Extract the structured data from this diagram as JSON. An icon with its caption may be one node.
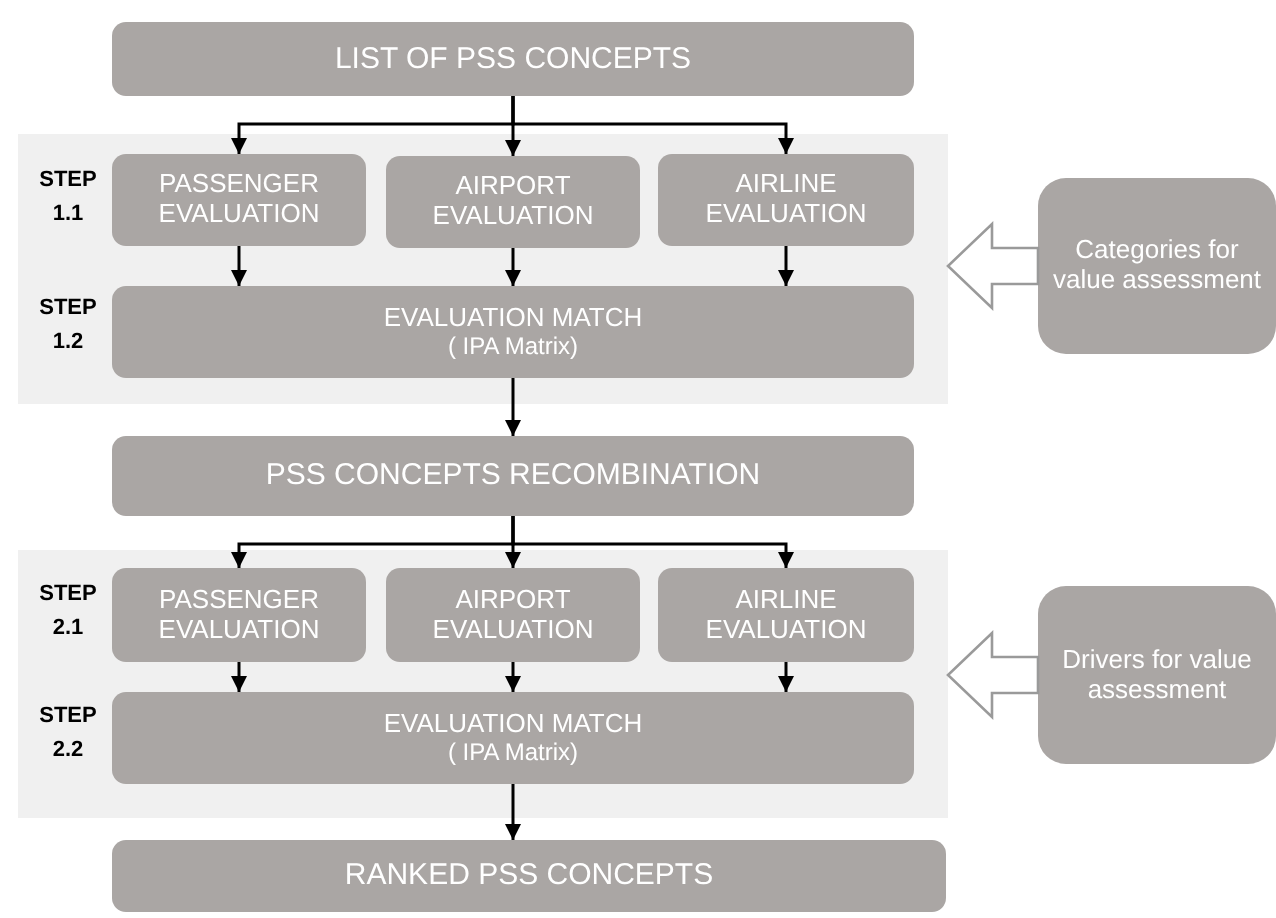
{
  "diagram": {
    "nodes": [
      {
        "text": [
          "LIST OF PSS CONCEPTS"
        ]
      },
      {
        "text": [],
        "shape": "box"
      },
      {
        "text": [
          "PASSENGER EVALUATION"
        ],
        "in": 1
      },
      {
        "text": [
          "AIRPORT EVALUATION"
        ],
        "in": 1
      },
      {
        "text": [
          "AIRLINE EVALUATION"
        ],
        "in": 1
      },
      {
        "text": [
          "EVALUATION MATCH",
          "( IPA Matrix)"
        ],
        "in": 1
      },
      {
        "text": [
          "PSS CONCEPTS RECOMBINATION"
        ]
      },
      {
        "text": [],
        "shape": "box"
      },
      {
        "text": [
          "PASSENGER EVALUATION"
        ],
        "in": 7
      },
      {
        "text": [
          "AIRPORT EVALUATION"
        ],
        "in": 7
      },
      {
        "text": [
          "AIRLINE EVALUATION"
        ],
        "in": 7
      },
      {
        "text": [
          "EVALUATION MATCH",
          "( IPA Matrix)"
        ],
        "in": 7
      },
      {
        "text": [
          "RANKED PSS CONCEPTS"
        ]
      },
      {
        "text": [
          "Categories for value assessment"
        ]
      },
      {
        "text": [
          "Drivers for value assessment"
        ]
      }
    ],
    "edges": [
      {
        "from": 0,
        "to": 2,
        "arrow": "to"
      },
      {
        "from": 0,
        "to": 3,
        "arrow": "to"
      },
      {
        "from": 0,
        "to": 4,
        "arrow": "to"
      },
      {
        "from": 2,
        "to": 5,
        "arrow": "to"
      },
      {
        "from": 3,
        "to": 5,
        "arrow": "to"
      },
      {
        "from": 4,
        "to": 5,
        "arrow": "to"
      },
      {
        "from": 5,
        "to": 6,
        "arrow": "to"
      },
      {
        "from": 6,
        "to": 8,
        "arrow": "to"
      },
      {
        "from": 6,
        "to": 9,
        "arrow": "to"
      },
      {
        "from": 6,
        "to": 10,
        "arrow": "to"
      },
      {
        "from": 8,
        "to": 11,
        "arrow": "to"
      },
      {
        "from": 9,
        "to": 11,
        "arrow": "to"
      },
      {
        "from": 10,
        "to": 11,
        "arrow": "to"
      },
      {
        "from": 11,
        "to": 12,
        "arrow": "to"
      },
      {
        "from": 13,
        "to": 1,
        "arrow": "to",
        "style": "thick"
      },
      {
        "from": 14,
        "to": 7,
        "arrow": "to",
        "style": "thick"
      }
    ],
    "labels": [
      "STEP 1.1",
      "STEP 1.2",
      "STEP 2.1",
      "STEP 2.2"
    ]
  }
}
